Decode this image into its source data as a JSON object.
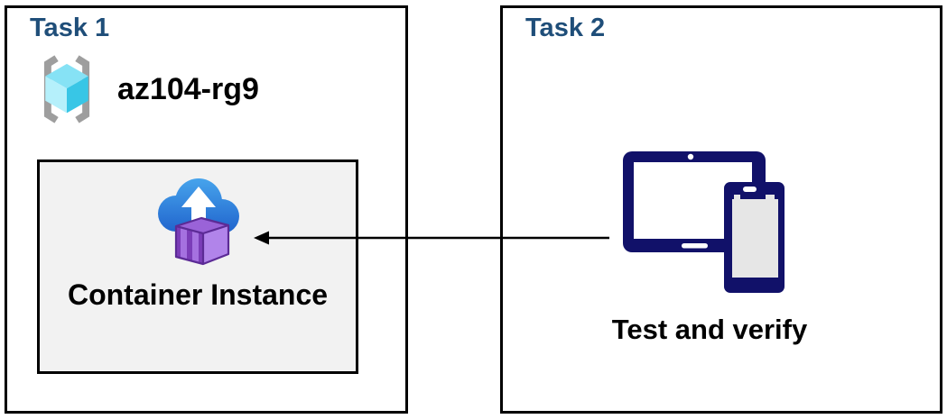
{
  "task1": {
    "title": "Task 1",
    "resource_group_name": "az104-rg9",
    "container_label": "Container Instance"
  },
  "task2": {
    "title": "Task 2",
    "label": "Test and verify"
  },
  "arrow": {
    "direction": "right-to-left",
    "from": "task2-devices",
    "to": "container-instance"
  },
  "icons": {
    "resource_group": "resource-group-icon",
    "container_instance": "container-instance-icon",
    "devices": "tablet-phone-icon"
  },
  "colors": {
    "title_blue": "#1F4E79",
    "border_black": "#000000",
    "panel_gray": "#F2F2F2",
    "device_navy": "#111169",
    "device_screen_gray": "#E6E6E6",
    "cloud_blue_top": "#47A4EC",
    "cloud_blue_bottom": "#1F62CC",
    "container_purple_left": "#7B3DB8",
    "container_purple_stripe": "#A571E0",
    "container_purple_right": "#B184EA",
    "container_purple_top": "#9A63D8",
    "container_purple_outline": "#5C2B96",
    "cube_cyan_top": "#86E2F5",
    "cube_cyan_left": "#B5F0FB",
    "cube_cyan_right": "#38C6E6",
    "bracket_gray": "#9E9E9E"
  }
}
